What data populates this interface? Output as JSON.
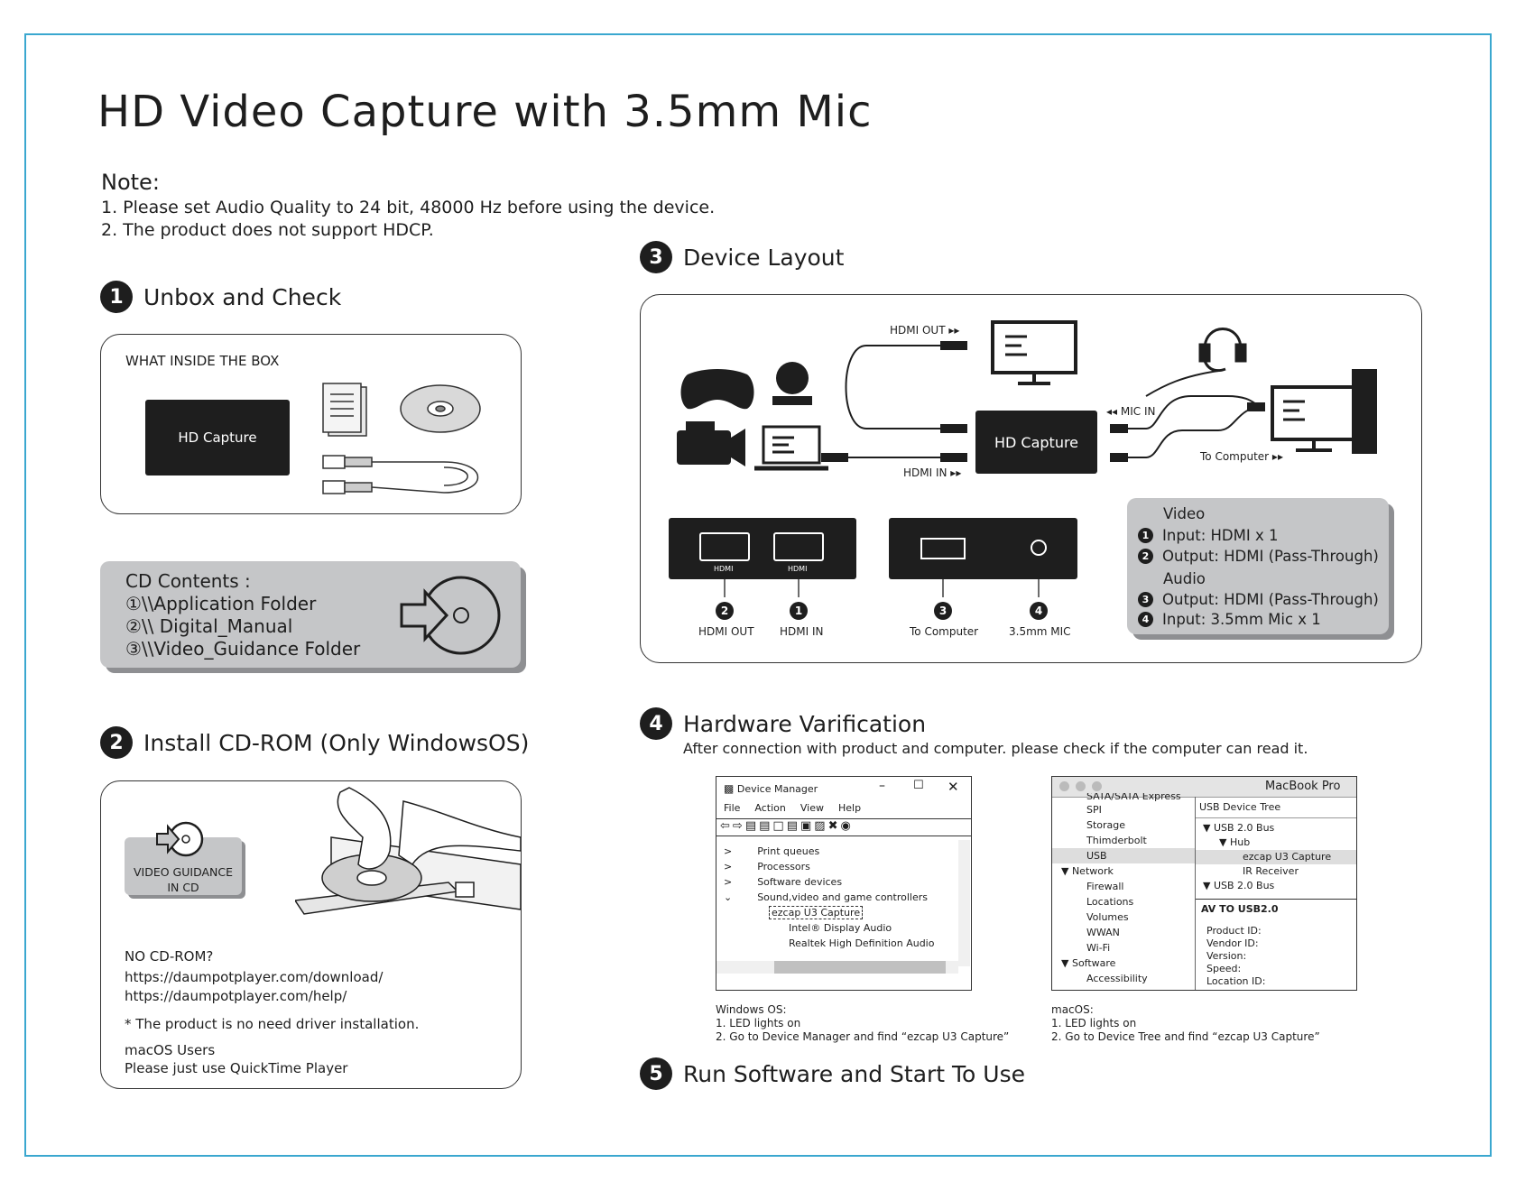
{
  "title": "HD Video Capture with 3.5mm Mic",
  "note": {
    "heading": "Note:",
    "line1": "1. Please set Audio Quality to 24 bit, 48000 Hz before using the device.",
    "line2": "2. The product does not support HDCP."
  },
  "sections": {
    "s1": {
      "num": "1",
      "title": "Unbox and Check"
    },
    "s2": {
      "num": "2",
      "title": "Install CD-ROM (Only WindowsOS)"
    },
    "s3": {
      "num": "3",
      "title": "Device Layout"
    },
    "s4": {
      "num": "4",
      "title": "Hardware Varification",
      "subtitle": "After connection with product and computer. please check if the computer can read it."
    },
    "s5": {
      "num": "5",
      "title": "Run Software and Start To Use"
    }
  },
  "box": {
    "heading": "WHAT INSIDE THE BOX",
    "device_label": "HD Capture"
  },
  "cd": {
    "heading": "CD Contents :",
    "items": [
      "①\\\\Application Folder",
      "②\\\\ Digital_Manual",
      "③\\\\Video_Guidance Folder"
    ]
  },
  "install": {
    "badge_line1": "VIDEO GUIDANCE",
    "badge_line2": "IN CD",
    "no_cd": "NO CD-ROM?",
    "url1": "https://daumpotplayer.com/download/",
    "url2": "https://daumpotplayer.com/help/",
    "driver": "* The product is no need driver installation.",
    "mac1": "macOS Users",
    "mac2": "Please just use QuickTime Player"
  },
  "layout": {
    "hdmi_out_top": "HDMI OUT ▸▸",
    "hdmi_in_bottom": "HDMI IN ▸▸",
    "mic_in": "◂◂ MIC IN",
    "to_computer_top": "To Computer ▸▸",
    "device_label": "HD Capture",
    "port_hdmi": "HDMI",
    "ports": [
      {
        "num": "2",
        "label": "HDMI OUT"
      },
      {
        "num": "1",
        "label": "HDMI IN"
      },
      {
        "num": "3",
        "label": "To Computer"
      },
      {
        "num": "4",
        "label": "3.5mm MIC"
      }
    ],
    "spec": {
      "video": "Video",
      "i1": "Input: HDMI x 1",
      "i2": "Output: HDMI (Pass-Through)",
      "audio": "Audio",
      "i3": "Output: HDMI (Pass-Through)",
      "i4": "Input: 3.5mm Mic x 1",
      "n1": "1",
      "n2": "2",
      "n3": "3",
      "n4": "4"
    }
  },
  "devmgr": {
    "title": "Device Manager",
    "menu": [
      "File",
      "Action",
      "View",
      "Help"
    ],
    "tree": [
      "Print queues",
      "Processors",
      "Software devices",
      "Sound,video and game controllers",
      "ezcap U3 Capture",
      "Intel® Display Audio",
      "Realtek High Definition Audio"
    ],
    "caption1": "Windows OS:",
    "caption2": "1. LED lights on",
    "caption3": "2. Go to Device Manager and find “ezcap U3 Capture”"
  },
  "mac": {
    "title": "MacBook Pro",
    "left": [
      "SATA/SATA Express",
      "SPI",
      "Storage",
      "Thimderbolt",
      "USB",
      "▼ Network",
      "Firewall",
      "Locations",
      "Volumes",
      "WWAN",
      "Wi-Fi",
      "▼ Software",
      "Accessibility"
    ],
    "right_head": "USB Device Tree",
    "right": [
      "▼ USB 2.0 Bus",
      "▼ Hub",
      "ezcap U3 Capture",
      "IR Receiver",
      "▼ USB 2.0 Bus"
    ],
    "detail_head": "AV TO USB2.0",
    "details": [
      "Product ID:",
      "Vendor ID:",
      "Version:",
      "Speed:",
      "Location ID:"
    ],
    "caption1": "macOS:",
    "caption2": "1. LED lights on",
    "caption3": "2. Go to Device Tree and find “ezcap U3 Capture”"
  },
  "colors": {
    "frame": "#3aa7cf",
    "ink": "#1e1e1e",
    "panel_grey": "#c5c6c8"
  }
}
